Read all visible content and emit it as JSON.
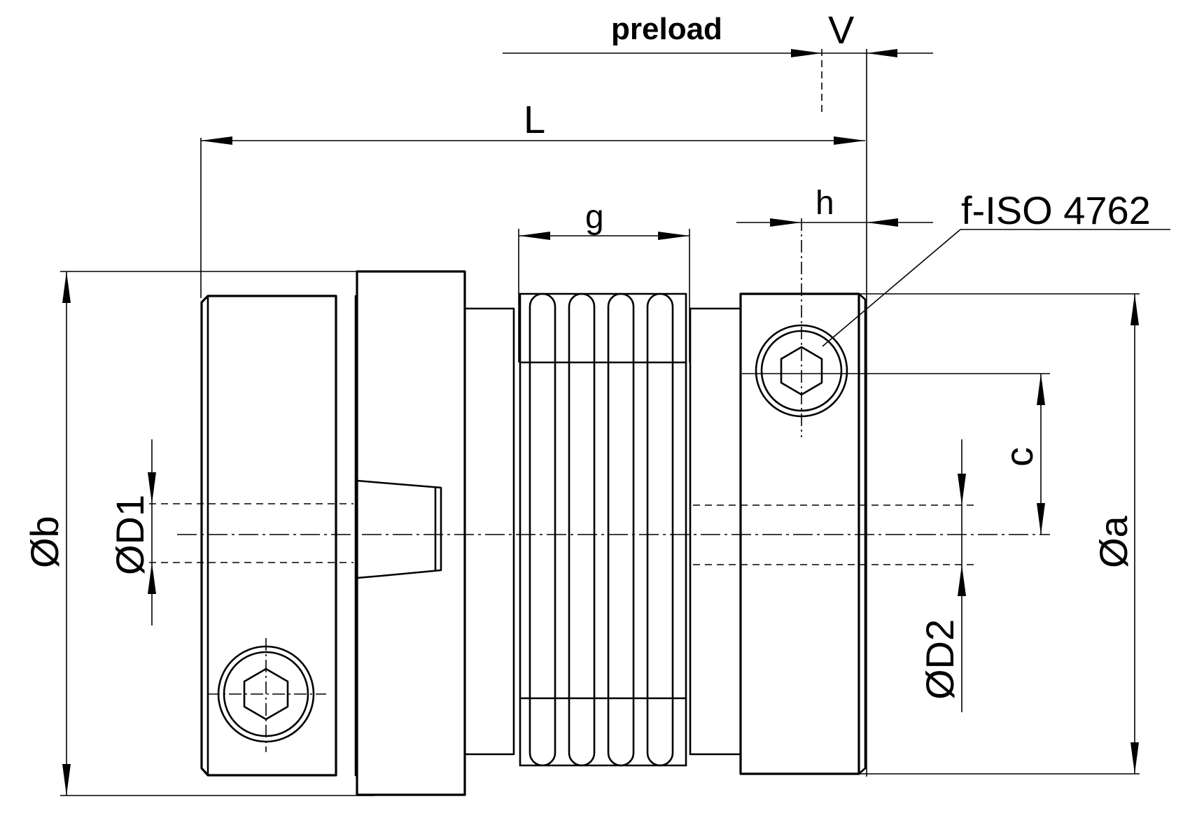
{
  "drawing": {
    "labels": {
      "preload": "preload",
      "V": "V",
      "L": "L",
      "g": "g",
      "h": "h",
      "screw": "f-ISO 4762",
      "dia_b": "Øb",
      "dia_D1": "ØD1",
      "dia_D2": "ØD2",
      "dia_a": "Øa",
      "c": "c"
    }
  }
}
